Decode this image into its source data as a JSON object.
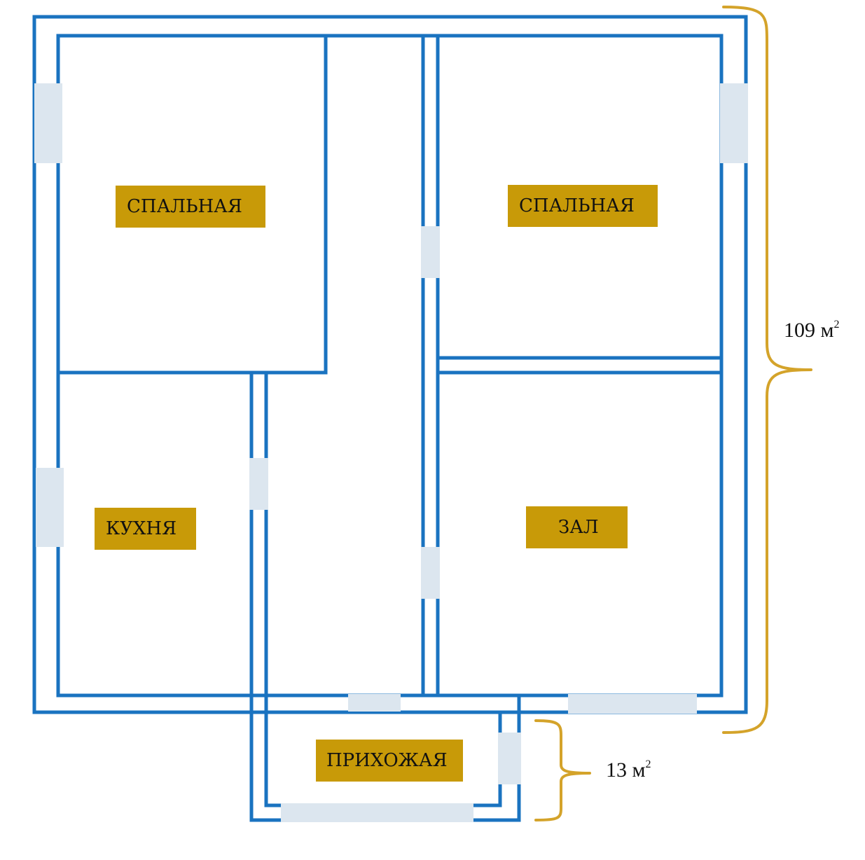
{
  "colors": {
    "wall": "#1a73c0",
    "opening": "#dce6ef",
    "label_bg": "#c89a08",
    "brace": "#d4a32a"
  },
  "rooms": [
    {
      "id": "bedroom-left",
      "label": "СПАЛЬНАЯ"
    },
    {
      "id": "bedroom-right",
      "label": "СПАЛЬНАЯ"
    },
    {
      "id": "kitchen",
      "label": "КУХНЯ"
    },
    {
      "id": "hall",
      "label": "ЗАЛ"
    },
    {
      "id": "entry",
      "label": "ПРИХОЖАЯ"
    }
  ],
  "areas": {
    "main": {
      "value": "109 м",
      "sup": "2"
    },
    "entry": {
      "value": "13 м",
      "sup": "2"
    }
  }
}
